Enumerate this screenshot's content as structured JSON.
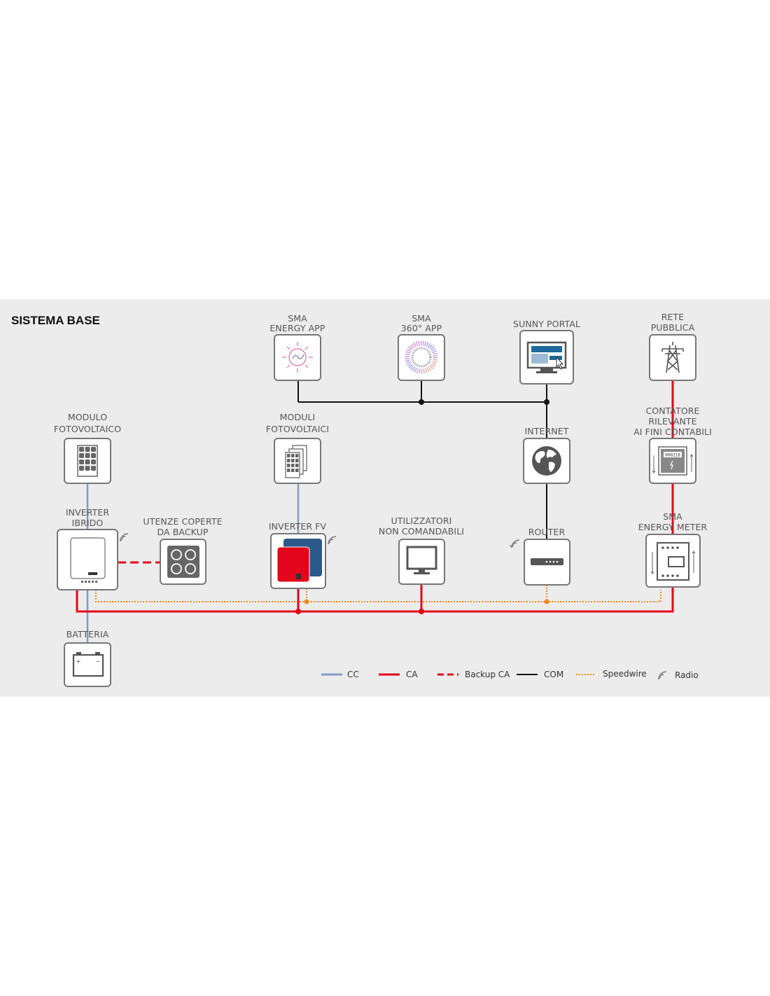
{
  "title": "SISTEMA BASE",
  "nodes": {
    "energy_app": [
      "SMA",
      "ENERGY APP"
    ],
    "app_360": [
      "SMA",
      "360° APP"
    ],
    "sunny_portal": [
      "SUNNY PORTAL"
    ],
    "public_grid": [
      "RETE",
      "PUBBLICA"
    ],
    "pv_module": [
      "MODULO",
      "FOTOVOLTAICO"
    ],
    "pv_modules": [
      "MODULI",
      "FOTOVOLTAICI"
    ],
    "internet": [
      "INTERNET"
    ],
    "billing_meter": [
      "CONTATORE",
      "RILEVANTE",
      "AI FINI CONTABILI"
    ],
    "hybrid_inverter": [
      "INVERTER",
      "IBRIDO"
    ],
    "backup_loads": [
      "UTENZE COPERTE",
      "DA BACKUP"
    ],
    "pv_inverter": [
      "INVERTER FV"
    ],
    "uncontrolled_loads": [
      "UTILIZZATORI",
      "NON COMANDABILI"
    ],
    "router": [
      "ROUTER"
    ],
    "energy_meter": [
      "SMA",
      "ENERGY METER"
    ],
    "battery": [
      "BATTERIA"
    ]
  },
  "meter_display": "000218",
  "legend": {
    "dc": "CC",
    "ac": "CA",
    "backup_ac": "Backup CA",
    "com": "COM",
    "speedwire": "Speedwire",
    "radio": "Radio"
  },
  "colors": {
    "dc": "#7f9cc6",
    "ac": "#e3051b",
    "com": "#111111",
    "speedwire": "#f08a1c",
    "panel": "#ececec"
  }
}
